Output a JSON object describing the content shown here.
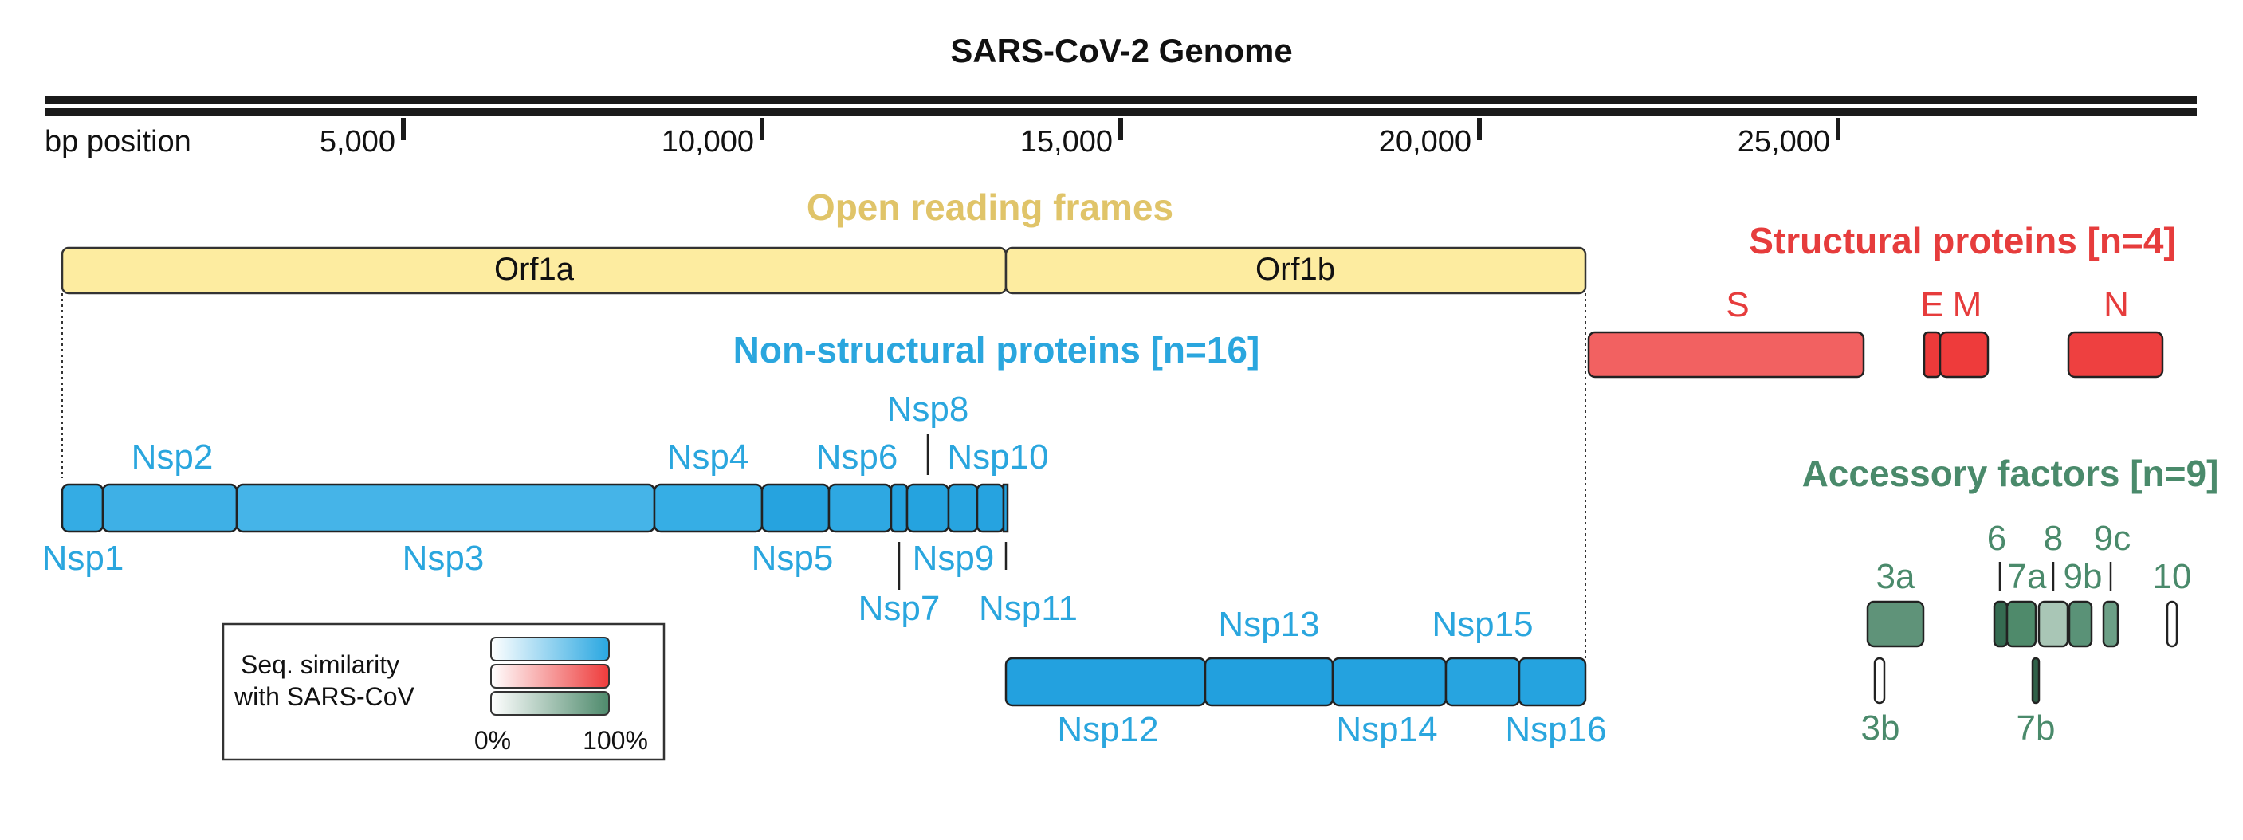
{
  "title": "SARS-CoV-2 Genome",
  "axis": {
    "label": "bp position",
    "ticks": [
      {
        "value": 5000,
        "label": "5,000"
      },
      {
        "value": 10000,
        "label": "10,000"
      },
      {
        "value": 15000,
        "label": "15,000"
      },
      {
        "value": 20000,
        "label": "20,000"
      },
      {
        "value": 25000,
        "label": "25,000"
      }
    ]
  },
  "orf": {
    "heading": "Open reading frames",
    "items": [
      {
        "label": "Orf1a"
      },
      {
        "label": "Orf1b"
      }
    ]
  },
  "nsp": {
    "heading": "Non-structural proteins [n=16]",
    "items": [
      {
        "label": "Nsp1"
      },
      {
        "label": "Nsp2"
      },
      {
        "label": "Nsp3"
      },
      {
        "label": "Nsp4"
      },
      {
        "label": "Nsp5"
      },
      {
        "label": "Nsp6"
      },
      {
        "label": "Nsp7"
      },
      {
        "label": "Nsp8"
      },
      {
        "label": "Nsp9"
      },
      {
        "label": "Nsp10"
      },
      {
        "label": "Nsp11"
      },
      {
        "label": "Nsp12"
      },
      {
        "label": "Nsp13"
      },
      {
        "label": "Nsp14"
      },
      {
        "label": "Nsp15"
      },
      {
        "label": "Nsp16"
      }
    ]
  },
  "structural": {
    "heading": "Structural proteins [n=4]",
    "items": [
      {
        "label": "S"
      },
      {
        "label": "E"
      },
      {
        "label": "M"
      },
      {
        "label": "N"
      }
    ]
  },
  "accessory": {
    "heading": "Accessory factors [n=9]",
    "items": [
      {
        "label": "3a"
      },
      {
        "label": "3b"
      },
      {
        "label": "6"
      },
      {
        "label": "7a"
      },
      {
        "label": "7b"
      },
      {
        "label": "8"
      },
      {
        "label": "9b"
      },
      {
        "label": "9c"
      },
      {
        "label": "10"
      }
    ]
  },
  "legend": {
    "title_line1": "Seq. similarity",
    "title_line2": "with SARS-CoV",
    "min_label": "0%",
    "max_label": "100%"
  },
  "colors": {
    "orf_fill": "#fdeca0",
    "orf_heading": "#e0c469",
    "nsp": "#29a7e1",
    "nsp_text": "#2aa6de",
    "structural": "#ee3b3b",
    "structural_text": "#e63c3c",
    "accessory": "#4e8a6c",
    "accessory_text": "#4a8a6b"
  }
}
